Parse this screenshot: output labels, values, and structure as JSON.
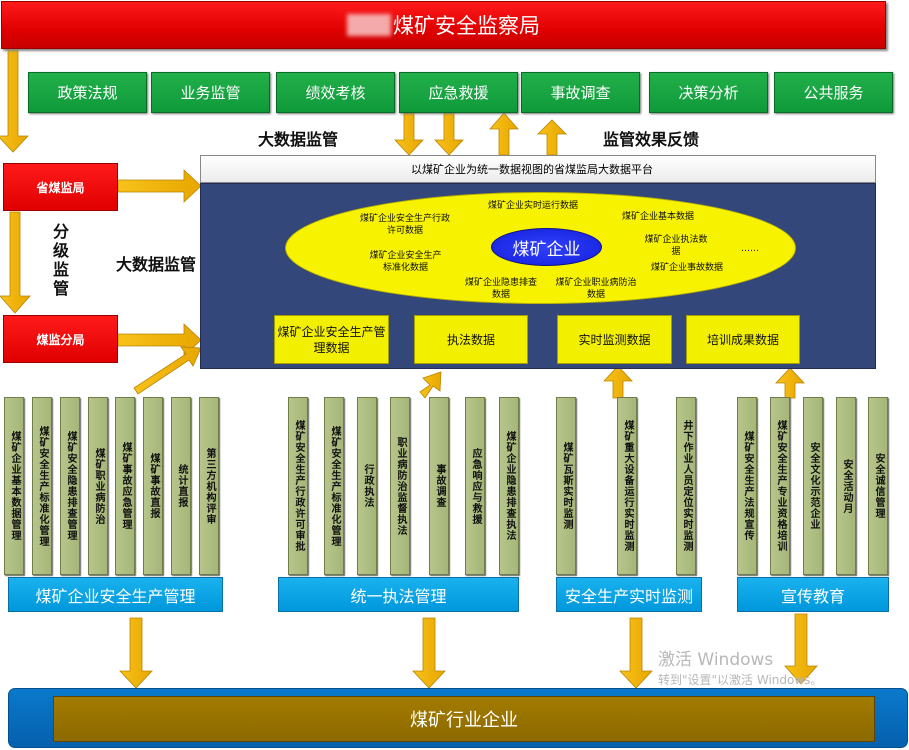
{
  "header": {
    "title": "煤矿安全监察局"
  },
  "functions": [
    "政策法规",
    "业务监管",
    "绩效考核",
    "应急救援",
    "事故调查",
    "决策分析",
    "公共服务"
  ],
  "labels": {
    "big_data_top": "大数据监管",
    "feedback": "监管效果反馈",
    "big_data_side": "大数据监管",
    "tiered": "分级监管"
  },
  "bureaus": {
    "provincial": "省煤监局",
    "branch": "煤监分局"
  },
  "platform": {
    "title": "以煤矿企业为统一数据视图的省煤监局大数据平台",
    "core": "煤矿企业",
    "ellipse_items": [
      "煤矿企业安全生产行政许可数据",
      "煤矿企业安全生产标准化数据",
      "煤矿企业实时运行数据",
      "煤矿企业基本数据",
      "煤矿企业执法数据",
      "煤矿企业事故数据",
      "煤矿企业隐患排查数据",
      "煤矿企业职业病防治数据",
      "……"
    ],
    "data_boxes": [
      "煤矿企业安全生产管理数据",
      "执法数据",
      "实时监测数据",
      "培训成果数据"
    ]
  },
  "groups": [
    {
      "label": "煤矿企业安全生产管理",
      "columns": [
        "煤矿企业基本数据管理",
        "煤矿安全生产标准化管理",
        "煤矿安全隐患排查管理",
        "煤矿职业病防治",
        "煤矿事故应急管理",
        "煤矿事故直报",
        "统计直报",
        "第三方机构评审"
      ]
    },
    {
      "label": "统一执法管理",
      "columns": [
        "煤矿安全生产行政许可审批",
        "煤矿安全生产标准化管理",
        "行政执法",
        "职业病防治监督执法",
        "事故调查",
        "应急响应与救援",
        "煤矿企业隐患排查执法"
      ]
    },
    {
      "label": "安全生产实时监测",
      "columns": [
        "煤矿瓦斯实时监测",
        "煤矿重大设备运行实时监测",
        "井下作业人员定位实时监测"
      ]
    },
    {
      "label": "宣传教育",
      "columns": [
        "煤矿安全生产法规宣传",
        "煤矿安全生产专业资格培训",
        "安全文化示范企业",
        "安全活动月",
        "安全诚信管理"
      ]
    }
  ],
  "enterprise": {
    "label": "煤矿行业企业"
  },
  "watermark": {
    "line1": "激活 Windows",
    "line2": "转到\"设置\"以激活 Windows。"
  },
  "colors": {
    "header_red": "#e00000",
    "function_green": "#12a03e",
    "platform_navy": "#34477a",
    "ellipse_yellow": "#f6f200",
    "core_blue": "#1f2ee8",
    "column_olive": "#aebd80",
    "group_blue": "#0aa5e6",
    "enterprise_blue": "#0668b8",
    "enterprise_gold": "#977200",
    "arrow_orange": "#f0b400"
  }
}
